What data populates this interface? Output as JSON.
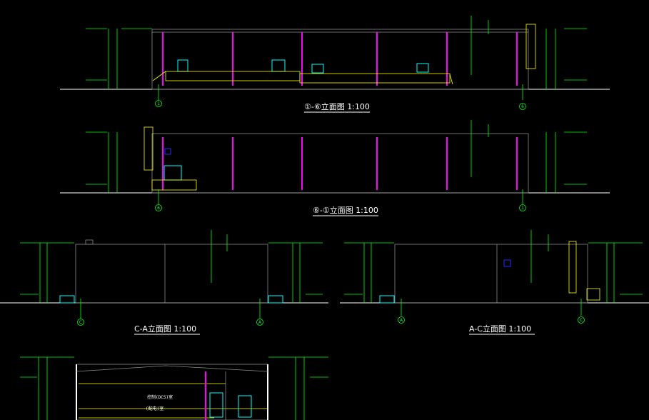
{
  "drawing": {
    "background": "#000000",
    "colors": {
      "ground": "#ffffff",
      "outline": "#8a8a8a",
      "dimension": "#00ff00",
      "column": "#ff00ff",
      "rail": "#ffff00",
      "door": "#00ffff",
      "window": "#2030ff"
    }
  },
  "views": [
    {
      "title": "①-⑥立面图 1:100",
      "grid_left": "1",
      "grid_right": "6"
    },
    {
      "title": "⑥-①立面图 1:100",
      "grid_left": "6",
      "grid_right": "1"
    },
    {
      "title": "C-A立面图 1:100",
      "grid_left": "C",
      "grid_right": "A"
    },
    {
      "title": "A-C立面图 1:100",
      "grid_left": "A",
      "grid_right": "C"
    }
  ],
  "section": {
    "labels": [
      "控制(DCS)室",
      "(配电)室"
    ]
  }
}
